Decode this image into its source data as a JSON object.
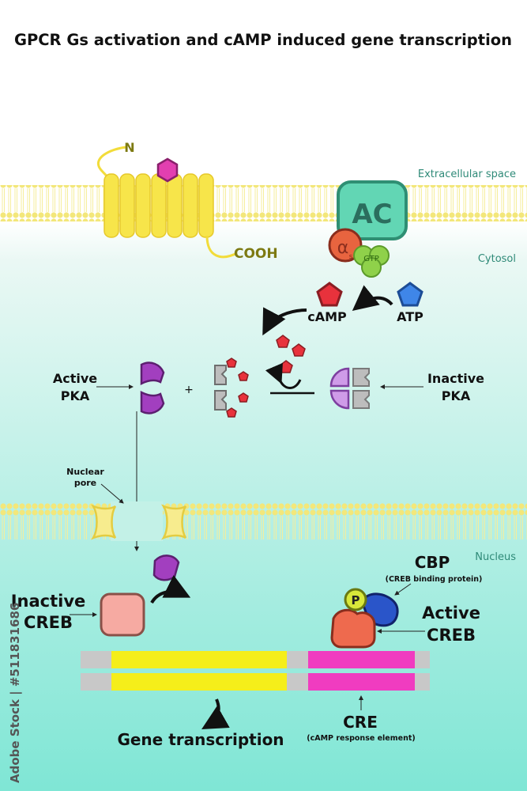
{
  "title": "GPCR Gs activation and cAMP induced gene transcription",
  "regions": {
    "extracellular": "Extracellular space",
    "cytosol": "Cytosol",
    "nucleus": "Nucleus"
  },
  "receptor": {
    "n_terminus": "N",
    "c_terminus": "COOH"
  },
  "adenylyl_cyclase": {
    "label": "AC",
    "alpha": "α",
    "alpha_sub": "s",
    "gtp": "GTP"
  },
  "molecules": {
    "camp": "cAMP",
    "atp": "ATP"
  },
  "pka": {
    "active_line1": "Active",
    "active_line2": "PKA",
    "inactive_line1": "Inactive",
    "inactive_line2": "PKA",
    "plus": "+"
  },
  "nuclear_pore": {
    "line1": "Nuclear",
    "line2": "pore"
  },
  "creb": {
    "inactive_line1": "Inactive",
    "inactive_line2": "CREB",
    "active_line1": "Active",
    "active_line2": "CREB",
    "phospho": "P"
  },
  "cbp": {
    "label": "CBP",
    "sub": "(CREB binding protein)"
  },
  "cre": {
    "label": "CRE",
    "sub": "(cAMP response element)"
  },
  "gene_transcription": "Gene transcription",
  "watermark": "Adobe Stock | #511831686",
  "colors": {
    "membrane_head": "#f5ea7a",
    "receptor": "#f7e54a",
    "ligand": "#e23fb0",
    "ac": "#62d6b4",
    "gs_alpha": "#e8643f",
    "gtp": "#8fd14a",
    "camp": "#e8323c",
    "atp": "#3f86e8",
    "pka_regulatory": "#a23fbf",
    "pka_catalytic": "#b9b9b9",
    "creb_inactive": "#f6aaa2",
    "creb_active": "#ee6a4e",
    "cbp": "#2a55c9",
    "dna_gene": "#f5ee1a",
    "dna_cre": "#f03cc0",
    "region_text": "#2f8a78"
  }
}
